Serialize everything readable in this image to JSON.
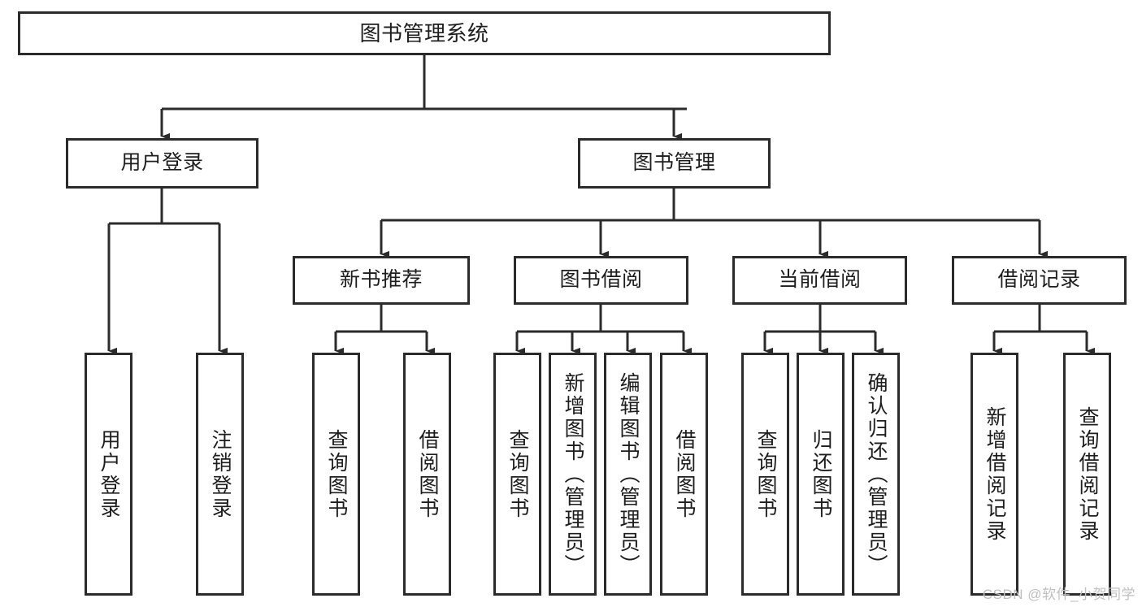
{
  "diagram": {
    "title": "图书管理系统",
    "watermark": "CSDN @软件_小贺同学",
    "line_color": "#2b2b2b",
    "box_fill": "#ffffff",
    "text_color": "#1d1d1d",
    "watermark_color": "#bfbfbf",
    "levels": {
      "root": "图书管理系统",
      "level2": [
        "用户登录",
        "图书管理"
      ],
      "level3": [
        "新书推荐",
        "图书借阅",
        "当前借阅",
        "借阅记录"
      ]
    },
    "nodes": {
      "root": {
        "label": "图书管理系统"
      },
      "user_login": {
        "label": "用户登录"
      },
      "book_manage": {
        "label": "图书管理"
      },
      "new_book_rec": {
        "label": "新书推荐"
      },
      "book_borrow": {
        "label": "图书借阅"
      },
      "current_borrow": {
        "label": "当前借阅"
      },
      "borrow_record": {
        "label": "借阅记录"
      },
      "leaf_user_login": {
        "label": "用户登录"
      },
      "leaf_logout": {
        "label": "注销登录"
      },
      "leaf_query_book_a": {
        "label": "查询图书"
      },
      "leaf_borrow_book_a": {
        "label": "借阅图书"
      },
      "leaf_query_book_b": {
        "label": "查询图书"
      },
      "leaf_add_book": {
        "label": "新增图书（管理员）"
      },
      "leaf_edit_book": {
        "label": "编辑图书（管理员）"
      },
      "leaf_borrow_book_b": {
        "label": "借阅图书"
      },
      "leaf_query_book_c": {
        "label": "查询图书"
      },
      "leaf_return_book": {
        "label": "归还图书"
      },
      "leaf_confirm_return": {
        "label": "确认归还（管理员）"
      },
      "leaf_add_record": {
        "label": "新增借阅记录"
      },
      "leaf_query_record": {
        "label": "查询借阅记录"
      }
    },
    "edges": [
      {
        "from": "root",
        "to": "user_login"
      },
      {
        "from": "root",
        "to": "book_manage"
      },
      {
        "from": "user_login",
        "to": "leaf_user_login"
      },
      {
        "from": "user_login",
        "to": "leaf_logout"
      },
      {
        "from": "book_manage",
        "to": "new_book_rec"
      },
      {
        "from": "book_manage",
        "to": "book_borrow"
      },
      {
        "from": "book_manage",
        "to": "current_borrow"
      },
      {
        "from": "book_manage",
        "to": "borrow_record"
      },
      {
        "from": "new_book_rec",
        "to": "leaf_query_book_a"
      },
      {
        "from": "new_book_rec",
        "to": "leaf_borrow_book_a"
      },
      {
        "from": "book_borrow",
        "to": "leaf_query_book_b"
      },
      {
        "from": "book_borrow",
        "to": "leaf_add_book"
      },
      {
        "from": "book_borrow",
        "to": "leaf_edit_book"
      },
      {
        "from": "book_borrow",
        "to": "leaf_borrow_book_b"
      },
      {
        "from": "current_borrow",
        "to": "leaf_query_book_c"
      },
      {
        "from": "current_borrow",
        "to": "leaf_return_book"
      },
      {
        "from": "current_borrow",
        "to": "leaf_confirm_return"
      },
      {
        "from": "borrow_record",
        "to": "leaf_add_record"
      },
      {
        "from": "borrow_record",
        "to": "leaf_query_record"
      }
    ]
  }
}
